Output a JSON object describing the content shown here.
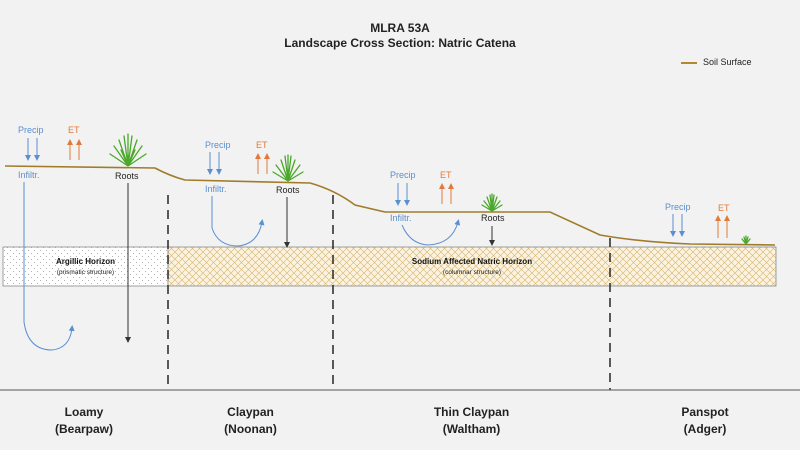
{
  "title": "MLRA 53A",
  "subtitle": "Landscape Cross Section: Natric Catena",
  "legend": {
    "label": "Soil Surface",
    "color": "#b08a2e"
  },
  "labels": {
    "precip": "Precip",
    "et": "ET",
    "infiltration": "Infiltr.",
    "roots": "Roots"
  },
  "horizons": [
    {
      "name": "Argillic Horizon",
      "structure": "(prismatic structure)"
    },
    {
      "name": "Sodium Affected Natric Horizon",
      "structure": "(columnar structure)"
    }
  ],
  "units": [
    {
      "name": "Loamy",
      "series": "(Bearpaw)"
    },
    {
      "name": "Claypan",
      "series": "(Noonan)"
    },
    {
      "name": "Thin Claypan",
      "series": "(Waltham)"
    },
    {
      "name": "Panspot",
      "series": "(Adger)"
    }
  ],
  "colors": {
    "precip": "#5b8fd0",
    "et": "#e07a3a",
    "surface": "#a07c2a",
    "background": "#f2f2f2"
  }
}
